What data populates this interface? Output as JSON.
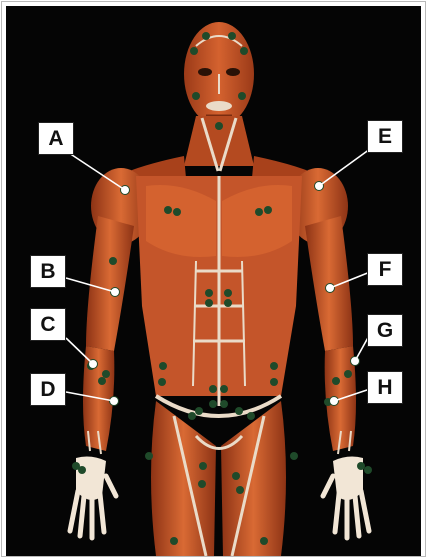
{
  "colors": {
    "background": "#050505",
    "muscle": "#c8572a",
    "muscle_dark": "#8f3417",
    "muscle_light": "#e07a45",
    "tendon": "#eadbc8",
    "marker_green": "#1f4a2a",
    "marker_white": "#ffffff"
  },
  "labels": [
    {
      "id": "A",
      "text": "A"
    },
    {
      "id": "B",
      "text": "B"
    },
    {
      "id": "C",
      "text": "C"
    },
    {
      "id": "D",
      "text": "D"
    },
    {
      "id": "E",
      "text": "E"
    },
    {
      "id": "F",
      "text": "F"
    },
    {
      "id": "G",
      "text": "G"
    },
    {
      "id": "H",
      "text": "H"
    }
  ]
}
